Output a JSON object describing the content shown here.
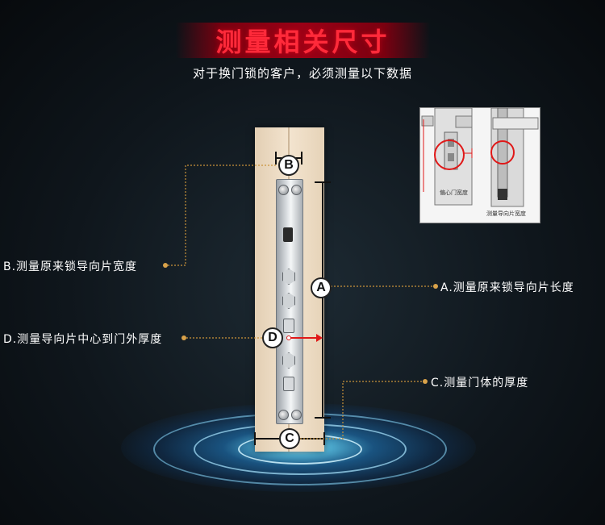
{
  "header": {
    "title": "测量相关尺寸",
    "subtitle": "对于换门锁的客户，必须测量以下数据"
  },
  "markers": {
    "a": "A",
    "b": "B",
    "c": "C",
    "d": "D"
  },
  "labels": {
    "b": "B.测量原来锁导向片宽度",
    "a": "A.测量原来锁导向片长度",
    "d": "D.测量导向片中心到门外厚度",
    "c": "C.测量门体的厚度"
  },
  "inset": {
    "caption_offset": "偏心门宽度",
    "caption_plate": "测量导向片宽度"
  },
  "colors": {
    "title_red": "#ff2a3a",
    "banner_red": "#9b0016",
    "leader_orange": "#c9923a",
    "arrow_red": "#e01818",
    "glow_blue": "#5ac8f0",
    "door_wood": "#efdfc8"
  }
}
